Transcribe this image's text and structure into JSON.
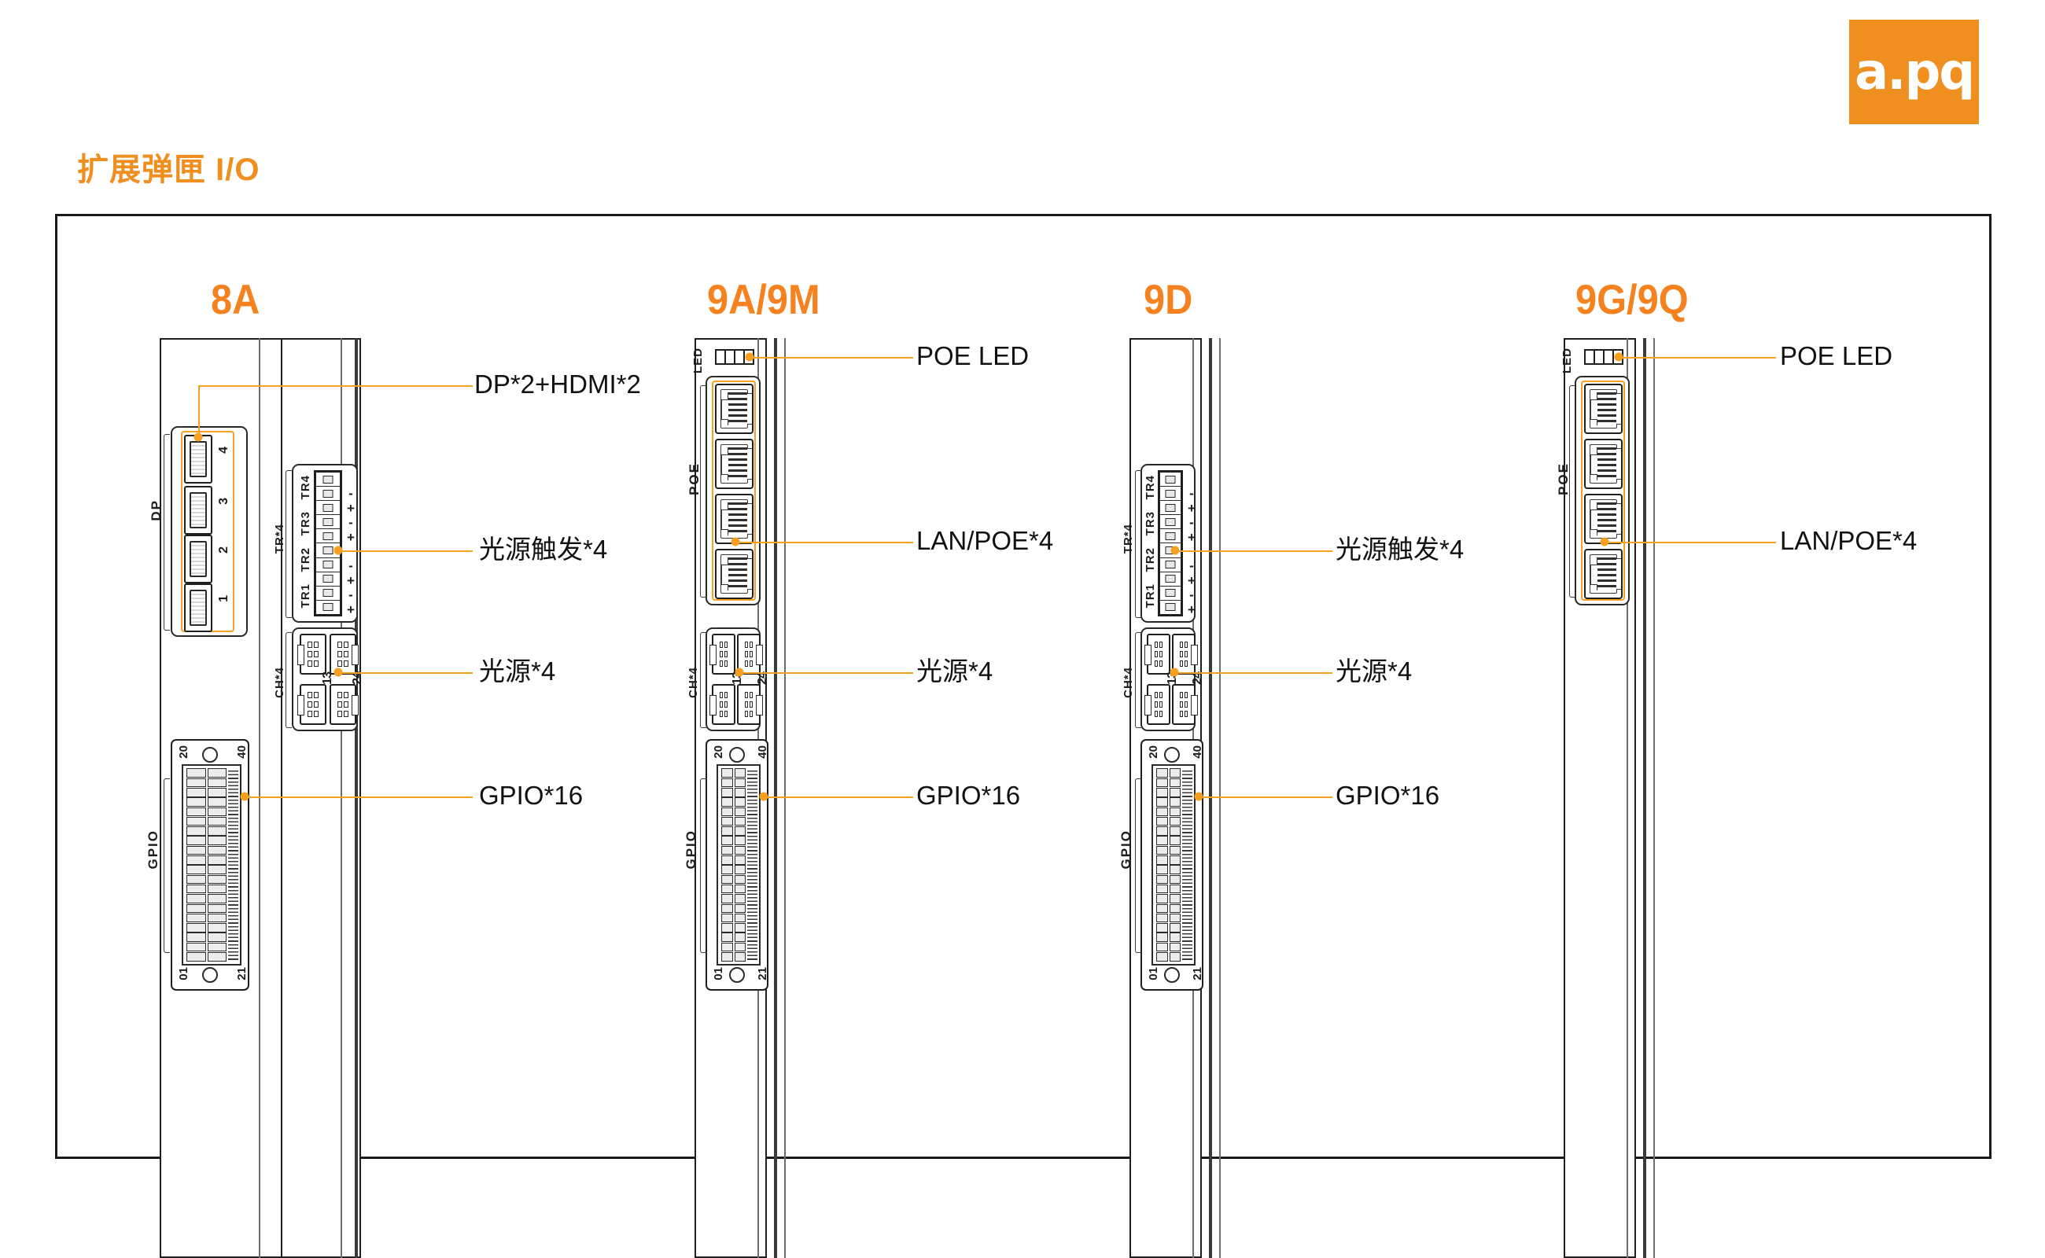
{
  "brand": {
    "logo_text": "a.pq",
    "logo_color": "#ef8f1f"
  },
  "page": {
    "title": "扩展弹匣 I/O",
    "title_color": "#ef8f1f",
    "accent_color": "#f5a01f"
  },
  "columns": [
    {
      "id": "8A",
      "heading": "8A",
      "captions": {
        "dp": "DP",
        "tr": "TR*4",
        "ch": "CH*4",
        "gpio": "GPIO"
      },
      "dp_ports": [
        "4",
        "3",
        "2",
        "1"
      ],
      "tr_labels": [
        "TR1",
        "TR2",
        "TR3",
        "TR4"
      ],
      "tr_polarity": [
        "+",
        "-",
        "+",
        "-",
        "+",
        "-",
        "+",
        "-"
      ],
      "ch_numbers": [
        "3",
        "4",
        "1",
        "2"
      ],
      "gpio_pins": {
        "top_left": "20",
        "top_right": "40",
        "bottom_left": "01",
        "bottom_right": "21"
      },
      "callouts": [
        {
          "text": "DP*2+HDMI*2"
        },
        {
          "text": "光源触发*4"
        },
        {
          "text": "光源*4"
        },
        {
          "text": "GPIO*16"
        }
      ]
    },
    {
      "id": "9A9M",
      "heading": "9A/9M",
      "captions": {
        "led": "LED",
        "poe": "POE",
        "ch": "CH*4",
        "gpio": "GPIO"
      },
      "led_segments": 4,
      "poe_ports": 4,
      "ch_numbers": [
        "3",
        "4",
        "1",
        "2"
      ],
      "gpio_pins": {
        "top_left": "20",
        "top_right": "40",
        "bottom_left": "01",
        "bottom_right": "21"
      },
      "callouts": [
        {
          "text": "POE LED"
        },
        {
          "text": "LAN/POE*4"
        },
        {
          "text": "光源*4"
        },
        {
          "text": "GPIO*16"
        }
      ]
    },
    {
      "id": "9D",
      "heading": "9D",
      "captions": {
        "tr": "TR*4",
        "ch": "CH*4",
        "gpio": "GPIO"
      },
      "tr_labels": [
        "TR1",
        "TR2",
        "TR3",
        "TR4"
      ],
      "tr_polarity": [
        "+",
        "-",
        "+",
        "-",
        "+",
        "-",
        "+",
        "-"
      ],
      "ch_numbers": [
        "3",
        "4",
        "1",
        "2"
      ],
      "gpio_pins": {
        "top_left": "20",
        "top_right": "40",
        "bottom_left": "01",
        "bottom_right": "21"
      },
      "callouts": [
        {
          "text": "光源触发*4"
        },
        {
          "text": "光源*4"
        },
        {
          "text": "GPIO*16"
        }
      ]
    },
    {
      "id": "9G9Q",
      "heading": "9G/9Q",
      "captions": {
        "led": "LED",
        "poe": "POE"
      },
      "led_segments": 4,
      "poe_ports": 4,
      "callouts": [
        {
          "text": "POE LED"
        },
        {
          "text": "LAN/POE*4"
        }
      ]
    }
  ]
}
